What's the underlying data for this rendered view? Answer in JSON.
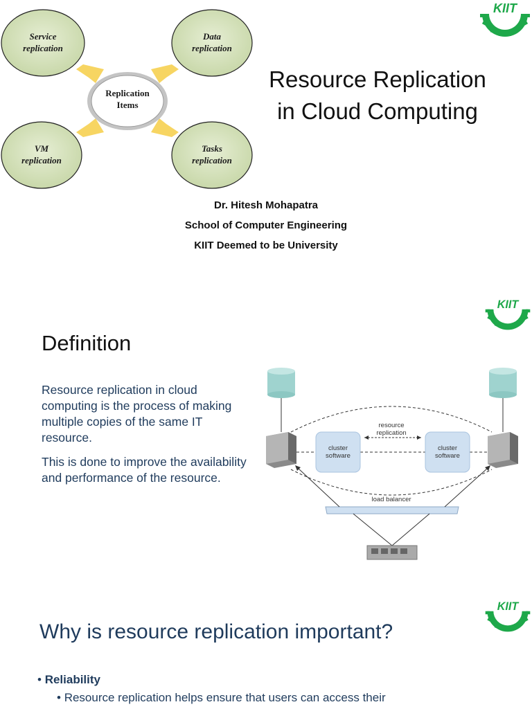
{
  "slide1": {
    "title_line1": "Resource Replication",
    "title_line2": "in Cloud Computing",
    "bubbles": {
      "service": [
        "Service",
        "replication"
      ],
      "data": [
        "Data",
        "replication"
      ],
      "vm": [
        "VM",
        "replication"
      ],
      "tasks": [
        "Tasks",
        "replication"
      ]
    },
    "center": [
      "Replication",
      "Items"
    ],
    "author": "Dr. Hitesh Mohapatra",
    "school": "School of Computer Engineering",
    "university": "KIIT Deemed to be University"
  },
  "slide2": {
    "heading": "Definition",
    "para1": "Resource replication in cloud computing is the process of making multiple copies of the same IT resource.",
    "para2": "This is done to improve the availability and performance of the resource.",
    "diagram": {
      "resource_replication": [
        "resource",
        "replication"
      ],
      "cluster_software": [
        "cluster",
        "software"
      ],
      "load_balancer": "load balancer"
    }
  },
  "slide3": {
    "heading": "Why is resource replication important?",
    "bullet1": "Reliability",
    "bullet1_sub": "Resource replication helps ensure that users can access their"
  },
  "colors": {
    "logo_green": "#1ea84a",
    "bubble_fill": "#d7e3bf",
    "arrow_yellow": "#f7d35a",
    "body_blue": "#1f3b5c",
    "cylinder_teal": "#9fd3cf",
    "cluster_blue": "#cfe0f1"
  }
}
